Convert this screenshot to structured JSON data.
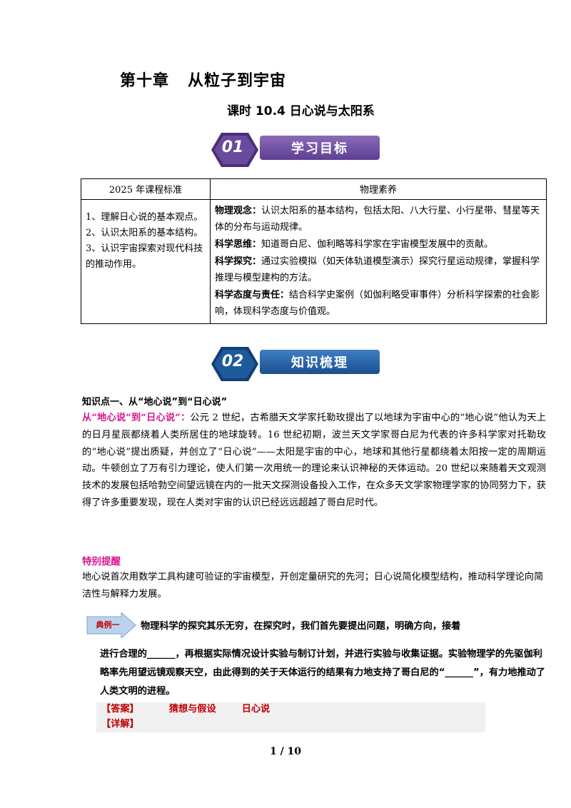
{
  "chapter": {
    "label": "第十章",
    "title": "从粒子到宇宙"
  },
  "lesson_title": "课时 10.4 日心说与太阳系",
  "banners": [
    {
      "number": "01",
      "label": "学习目标"
    },
    {
      "number": "02",
      "label": "知识梳理"
    }
  ],
  "goals_table": {
    "headers": [
      "2025 年课程标准",
      "物理素养"
    ],
    "standards": [
      "1、理解日心说的基本观点。",
      "2、认识太阳系的基本结构。",
      "3、认识宇宙探索对现代科技的推动作用。"
    ],
    "literacy": [
      {
        "label": "物理观念：",
        "text": "认识太阳系的基本结构，包括太阳、八大行星、小行星带、彗星等天体的分布与运动规律。"
      },
      {
        "label": "科学思维：",
        "text": "知道哥白尼、伽利略等科学家在宇宙模型发展中的贡献。"
      },
      {
        "label": "科学探究：",
        "text": "通过实验模拟（如天体轨道模型演示）探究行星运动规律，掌握科学推理与模型建构的方法。"
      },
      {
        "label": "科学态度与责任：",
        "text": "结合科学史案例（如伽利略受审事件）分析科学探索的社会影响，体现科学态度与价值观。"
      }
    ]
  },
  "knowledge_point": {
    "heading": "知识点一、从“地心说”到“日心说”",
    "lead": "从“地心说”到“日心说”：",
    "body": "公元 2 世纪，古希腊天文学家托勒玫提出了以地球为宇宙中心的“地心说”他认为天上的日月星辰都绕着人类所居住的地球旋转。16 世纪初期，波兰天文学家哥白尼为代表的许多科学家对托勒玫的“地心说”提出质疑，并创立了“日心说”——太阳是宇宙的中心，地球和其他行星都绕着太阳按一定的周期运动。牛顿创立了万有引力理论，使人们第一次用统一的理论来认识神秘的天体运动。20 世纪以来随着天文观测技术的发展包括哈勃空间望远镜在内的一批天文探测设备投入工作，在众多天文学家物理学家的协同努力下，获得了许多重要发现，现在人类对宇宙的认识已经远远超越了哥白尼时代。"
  },
  "tip": {
    "title": "特别提醒",
    "body": "地心说首次用数学工具构建可验证的宇宙模型，开创定量研究的先河；日心说简化模型结构，推动科学理论向简洁性与解释力发展。"
  },
  "example": {
    "tag": "典例一",
    "first_line": "物理科学的探究其乐无穷，在探究时，我们首先要提出问题，明确方向，接着",
    "rest": "进行合理的______，再根据实际情况设计实验与制订计划，并进行实验与收集证据。实验物理学的先驱伽利略率先用望远镜观察天空，由此得到的关于天体运行的结果有力地支持了哥白尼的“______”，有力地推动了人类文明的进程。",
    "answer_label": "【答案】",
    "answers": [
      "猜想与假设",
      "日心说"
    ],
    "detail_label": "【详解】"
  },
  "page": "1 / 10",
  "colors": {
    "banner_purple": "#6a4a9c",
    "banner_blue": "#1e5a9c",
    "accent_magenta": "#d4168e",
    "answer_red": "#c00000"
  }
}
